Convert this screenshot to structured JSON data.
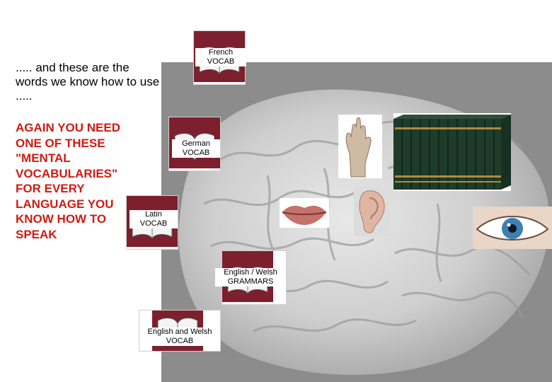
{
  "intro_text": "..... and these are the words we know how to use .....",
  "again_text": "AGAIN YOU NEED ONE OF THESE \"MENTAL VOCABULARIES\" FOR EVERY LANGUAGE YOU KNOW HOW TO SPEAK",
  "cards": {
    "french": "French\nVOCAB",
    "german": "German\nVOCAB",
    "latin": "Latin\nVOCAB",
    "grammars": "English /  Welsh\nGRAMMARS",
    "english_welsh": "English and Welsh\nVOCAB"
  },
  "icons": [
    "book-icon",
    "hand-icon",
    "encyclopedia-books-icon",
    "lips-icon",
    "ear-icon",
    "eye-icon",
    "brain-icon"
  ],
  "colors": {
    "heading_red": "#d11a12",
    "book_tile": "#7e1f2d",
    "brain_background": "#8c8c8c"
  }
}
